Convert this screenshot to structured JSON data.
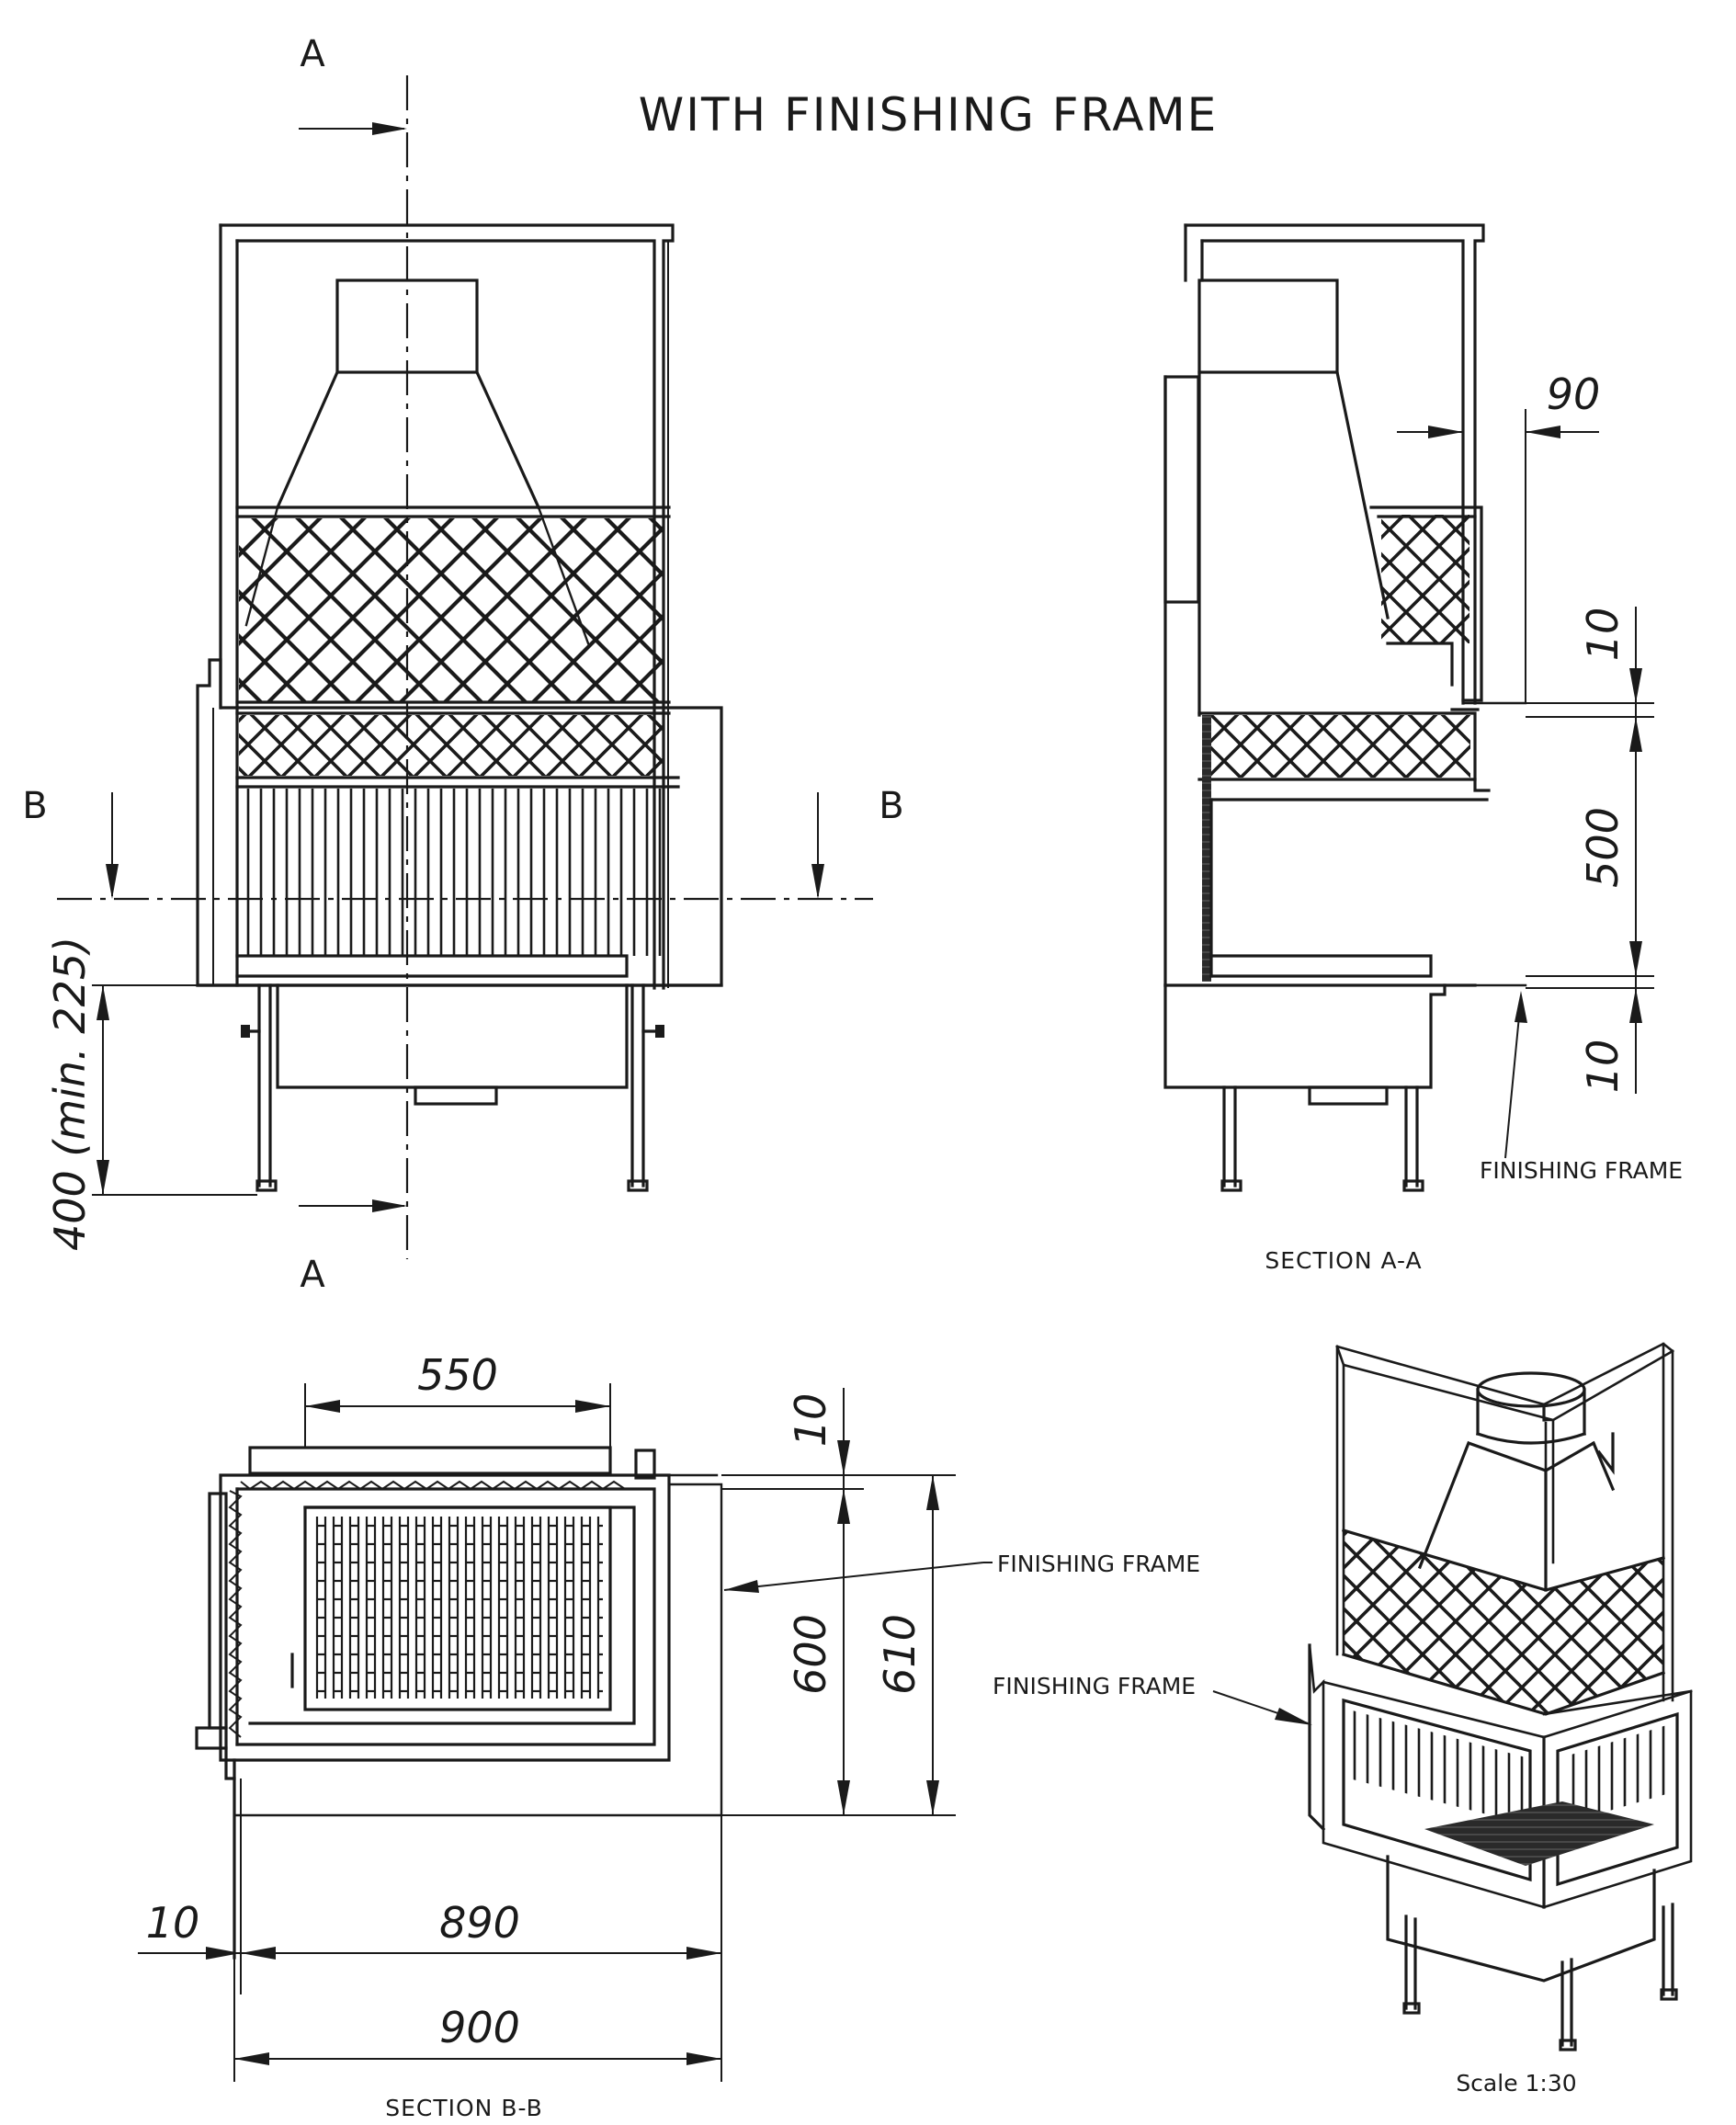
{
  "title": "WITH FINISHING FRAME",
  "section_marks": {
    "a_top": "A",
    "a_bottom": "A",
    "b_left": "B",
    "b_right": "B"
  },
  "front_view": {
    "height_dimension": "400 (min. 225)"
  },
  "section_aa": {
    "caption": "SECTION A-A",
    "dims": {
      "d90": "90",
      "d10_top": "10",
      "d500": "500",
      "d10_bottom": "10"
    },
    "finishing_frame_label": "FINISHING FRAME"
  },
  "section_bb": {
    "caption": "SECTION B-B",
    "dims": {
      "d550": "550",
      "d10_top": "10",
      "d600": "600",
      "d610": "610",
      "d10_left": "10",
      "d890": "890",
      "d900": "900"
    },
    "finishing_frame_label": "FINISHING FRAME"
  },
  "iso_view": {
    "finishing_frame_label": "FINISHING FRAME",
    "scale": "Scale 1:30"
  }
}
